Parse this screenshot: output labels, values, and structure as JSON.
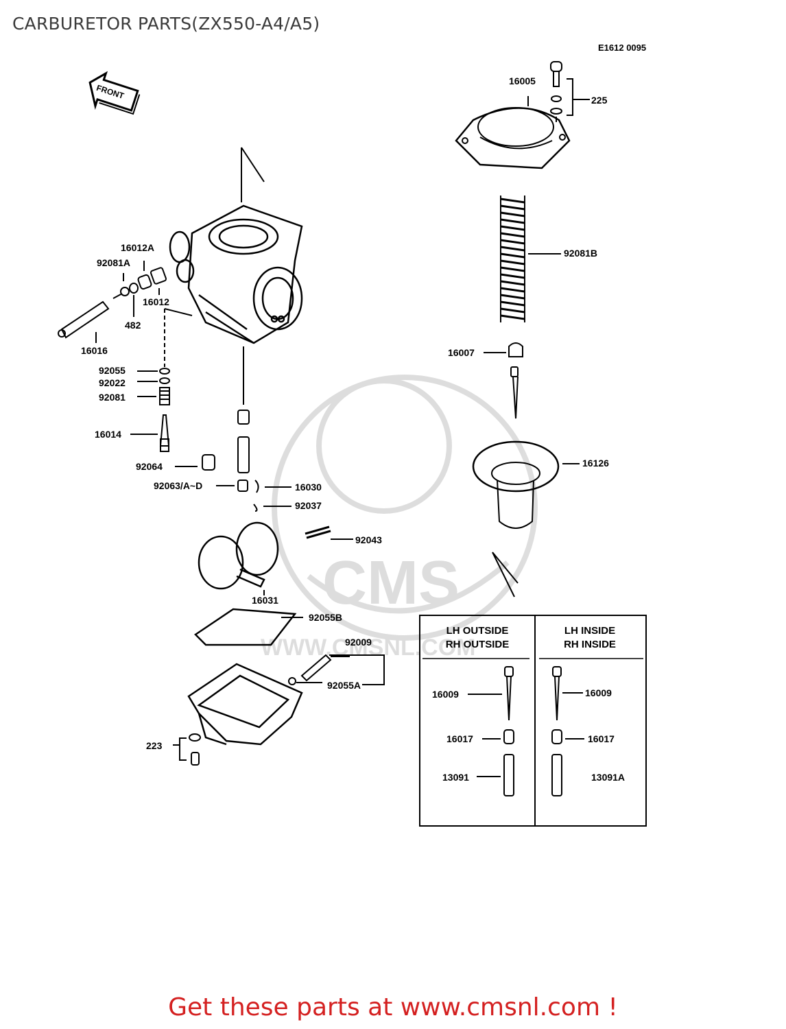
{
  "title": "CARBURETOR PARTS(ZX550-A4/A5)",
  "diagram_code": "E1612 0095",
  "front_label": "FRONT",
  "footer": "Get these parts at www.cmsnl.com !",
  "colors": {
    "footer": "#d42020",
    "title": "#3a3a3a",
    "lines": "#000000"
  },
  "parts": {
    "p16005": "16005",
    "p225": "225",
    "p92081B": "92081B",
    "p16007": "16007",
    "p16126": "16126",
    "p16012A": "16012A",
    "p92081A": "92081A",
    "p16012": "16012",
    "p482": "482",
    "p16016": "16016",
    "p92055": "92055",
    "p92022": "92022",
    "p92081": "92081",
    "p16014": "16014",
    "p92064": "92064",
    "p92063": "92063/A~D",
    "p16030": "16030",
    "p92037": "92037",
    "p92043": "92043",
    "p16031": "16031",
    "p92055B": "92055B",
    "p92009": "92009",
    "p92055A": "92055A",
    "p223": "223"
  },
  "table": {
    "left_header_line1": "LH OUTSIDE",
    "left_header_line2": "RH OUTSIDE",
    "right_header_line1": "LH INSIDE",
    "right_header_line2": "RH INSIDE",
    "left": {
      "p16009": "16009",
      "p16017": "16017",
      "p13091": "13091"
    },
    "right": {
      "p16009": "16009",
      "p16017": "16017",
      "p13091A": "13091A"
    }
  }
}
